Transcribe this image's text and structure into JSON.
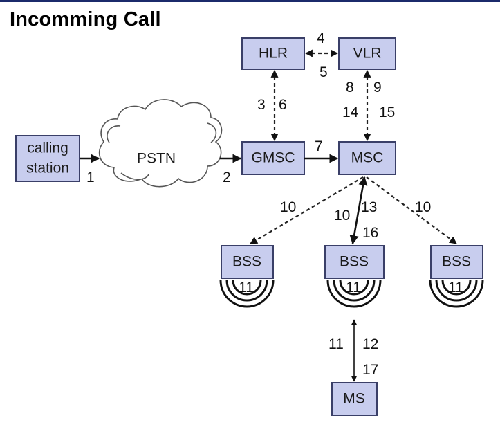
{
  "title": "Incomming Call",
  "nodes": {
    "calling_station": [
      "calling",
      "station"
    ],
    "pstn": "PSTN",
    "gmsc": "GMSC",
    "msc": "MSC",
    "hlr": "HLR",
    "vlr": "VLR",
    "bss": "BSS",
    "ms": "MS"
  },
  "steps": {
    "s1": "1",
    "s2": "2",
    "s3": "3",
    "s4": "4",
    "s5": "5",
    "s6": "6",
    "s7": "7",
    "s8": "8",
    "s9": "9",
    "s10": "10",
    "s11": "11",
    "s12": "12",
    "s13": "13",
    "s14": "14",
    "s15": "15",
    "s16": "16",
    "s17": "17"
  }
}
